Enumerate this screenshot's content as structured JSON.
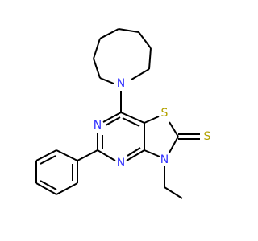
{
  "colors": {
    "background": "#ffffff",
    "bond": "#000000",
    "N": "#3333ff",
    "S": "#b3a200"
  },
  "atoms": {
    "n_azepane": "N",
    "n_upper": "N",
    "n_lower": "N",
    "n_ethyl": "N",
    "s_ring": "S",
    "s_thione": "S"
  }
}
